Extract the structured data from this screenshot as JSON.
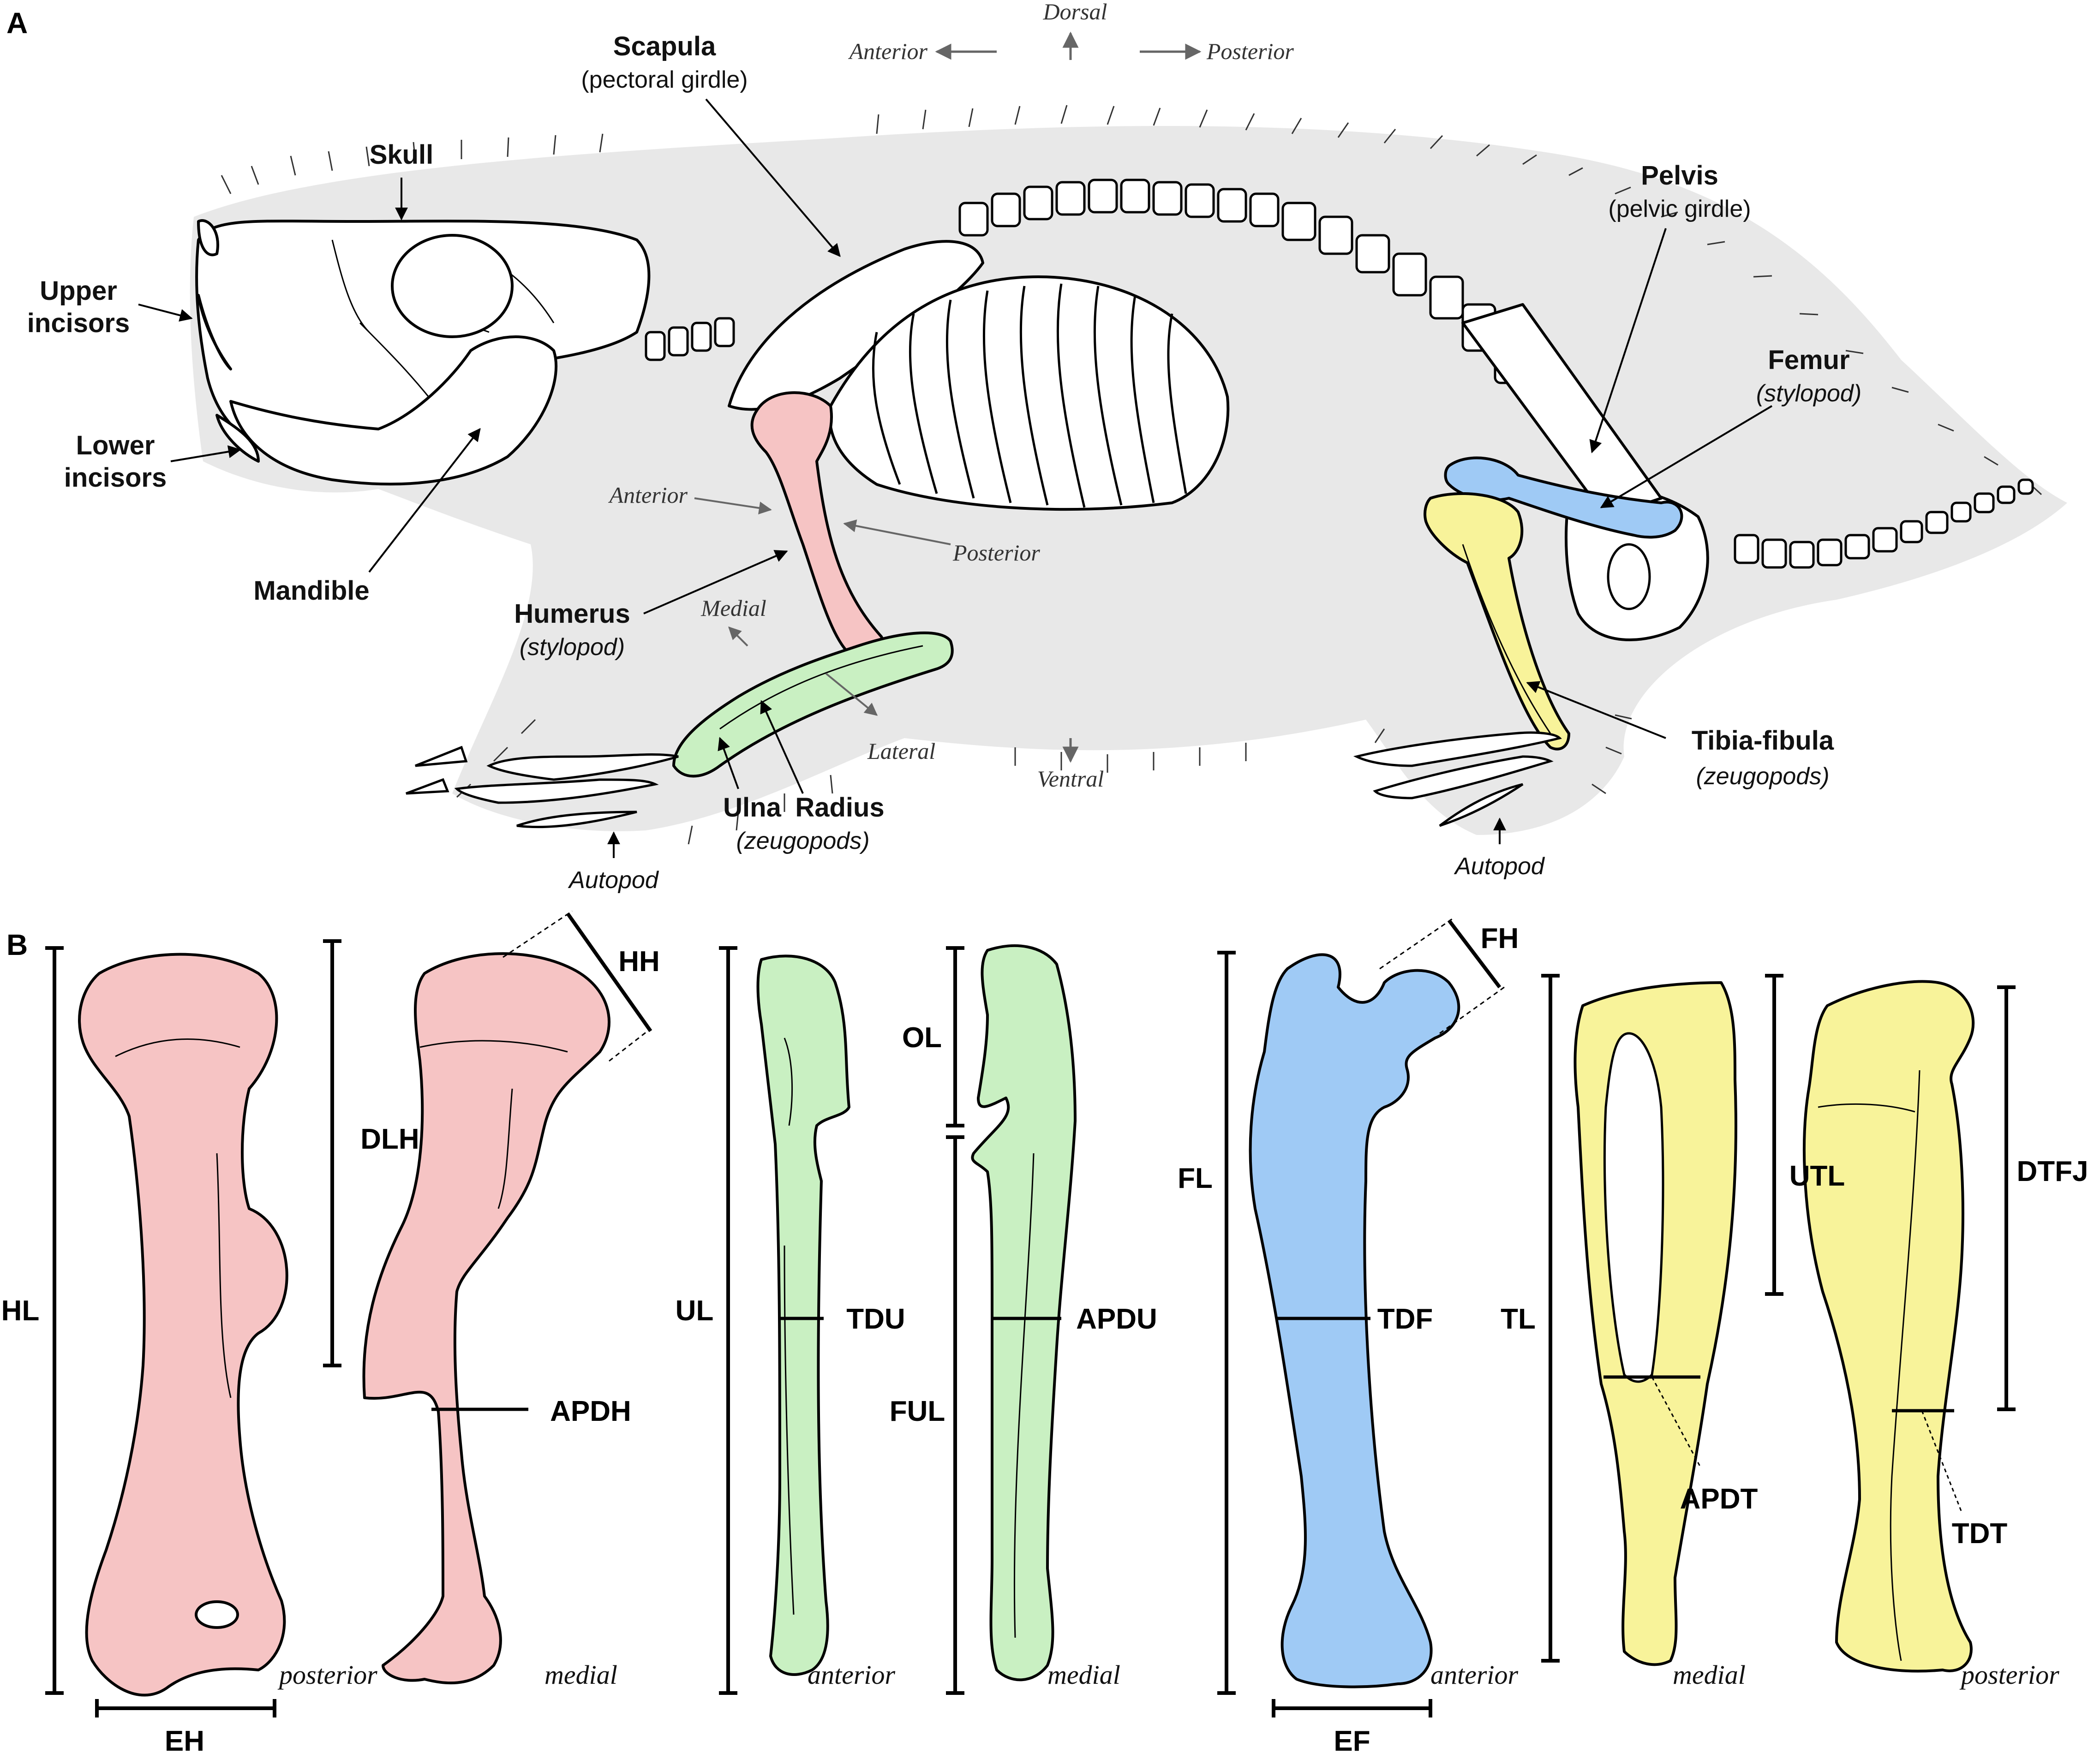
{
  "panels": {
    "a": "A",
    "b": "B"
  },
  "colors": {
    "humerus": "#f6c4c4",
    "ulna_radius": "#c9f0c2",
    "femur": "#9fcaf5",
    "tibia_fibula": "#f8f39a",
    "body_fill": "#e8e8e8"
  },
  "panel_a": {
    "orientation": {
      "dorsal": "Dorsal",
      "anterior": "Anterior",
      "posterior": "Posterior",
      "ventral": "Ventral"
    },
    "labels": {
      "scapula": "Scapula",
      "scapula_sub": "(pectoral girdle)",
      "skull": "Skull",
      "upper_incisors_1": "Upper",
      "upper_incisors_2": "incisors",
      "lower_incisors_1": "Lower",
      "lower_incisors_2": "incisors",
      "mandible": "Mandible",
      "humerus": "Humerus",
      "humerus_sub": "(stylopod)",
      "pelvis": "Pelvis",
      "pelvis_sub": "(pelvic girdle)",
      "femur": "Femur",
      "femur_sub": "(stylopod)",
      "tibia_fibula": "Tibia-fibula",
      "tibia_fibula_sub": "(zeugopods)",
      "ulna": "Ulna",
      "radius": "Radius",
      "ulna_radius_sub": "(zeugopods)",
      "autopod_fore": "Autopod",
      "autopod_hind": "Autopod"
    },
    "humerus_directions": {
      "anterior": "Anterior",
      "posterior": "Posterior",
      "medial": "Medial",
      "lateral": "Lateral"
    }
  },
  "panel_b": {
    "measurements": {
      "hl": "HL",
      "eh": "EH",
      "dlh": "DLH",
      "hh": "HH",
      "apdh": "APDH",
      "ul": "UL",
      "tdu": "TDU",
      "ol": "OL",
      "ful": "FUL",
      "apdu": "APDU",
      "fl": "FL",
      "fh": "FH",
      "tdf": "TDF",
      "ef": "EF",
      "tl": "TL",
      "apdt": "APDT",
      "utl": "UTL",
      "dtfj": "DTFJ",
      "tdt": "TDT"
    },
    "views": {
      "humerus_1": "posterior",
      "humerus_2": "medial",
      "ulna_1": "anterior",
      "ulna_2": "medial",
      "femur": "anterior",
      "tibia_1": "medial",
      "tibia_2": "posterior"
    }
  }
}
